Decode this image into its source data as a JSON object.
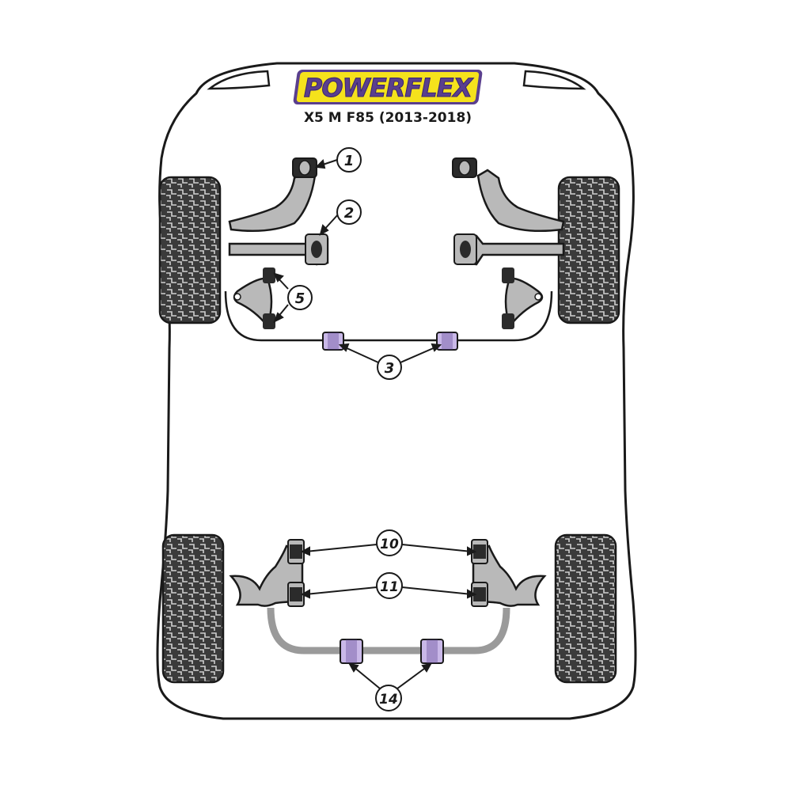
{
  "brand": {
    "name": "POWERFLEX",
    "model": "X5 M F85 (2013-2018)"
  },
  "colors": {
    "brand_yellow": "#f5e21c",
    "brand_purple": "#5a3f8e",
    "outline": "#1a1a1a",
    "part_grey": "#b9b9b9",
    "bar_grey": "#9a9a9a",
    "tyre_dark": "#3b3b3b",
    "bush_black": "#2b2b2b",
    "bush_purple": "#c9b8e8"
  },
  "callouts": {
    "c1": "1",
    "c2": "2",
    "c3": "3",
    "c5": "5",
    "c10": "10",
    "c11": "11",
    "c14": "14"
  },
  "icons": {
    "tyre": "tyre-tread-icon",
    "bush": "bush-icon"
  }
}
